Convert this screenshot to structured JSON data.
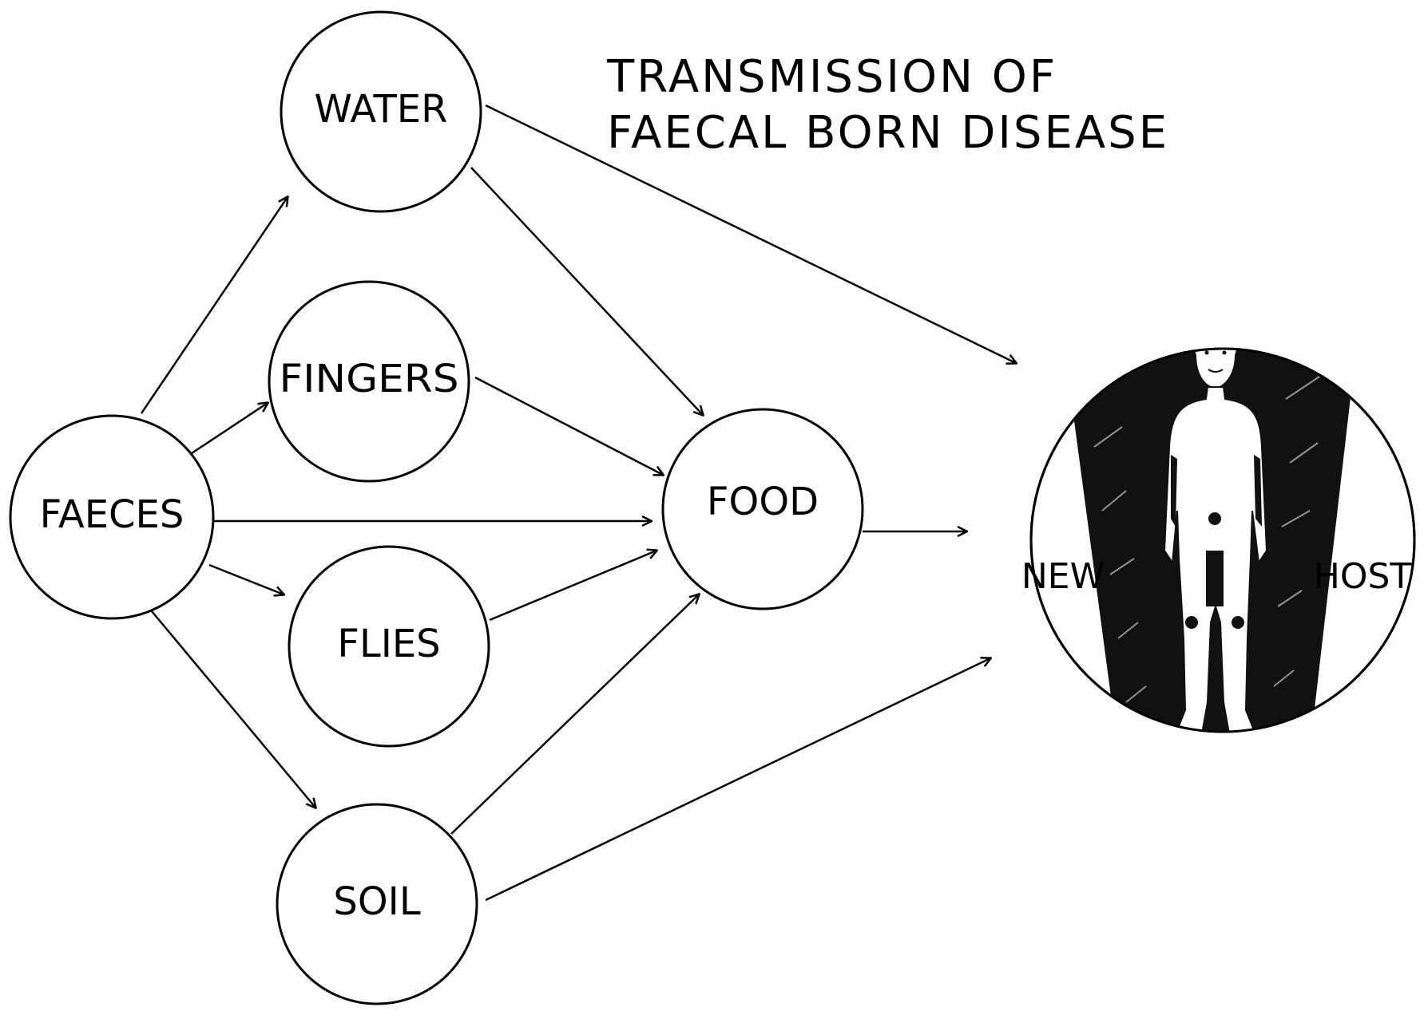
{
  "title": {
    "line1": "TRANSMISSION OF",
    "line2": "FAECAL BORN DISEASE"
  },
  "nodes": {
    "faeces": "FAECES",
    "water": "WATER",
    "fingers": "FINGERS",
    "flies": "FLIES",
    "soil": "SOIL",
    "food": "FOOD",
    "new_host_left": "NEW",
    "new_host_right": "HOST"
  },
  "colors": {
    "ink": "#000000",
    "paper": "#ffffff"
  }
}
